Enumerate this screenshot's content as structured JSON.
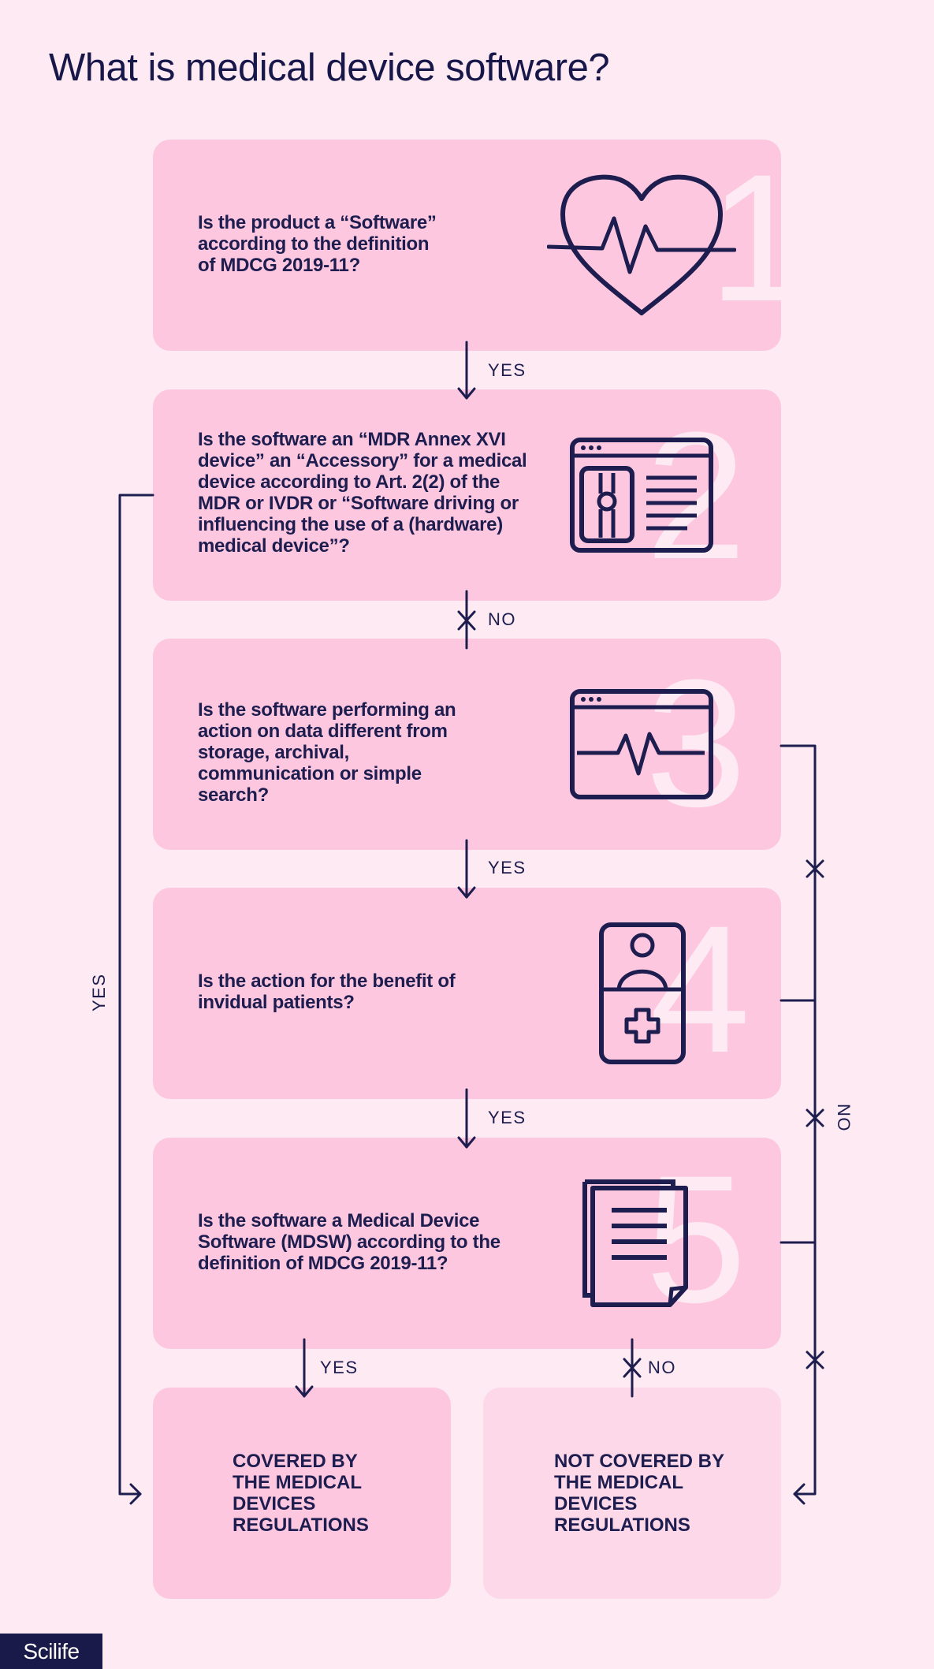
{
  "title": "What is medical device software?",
  "brand": "Scilife",
  "questions": [
    {
      "number": "1",
      "text": "Is the product a “Software” according to the definition of MDCG 2019-11?"
    },
    {
      "number": "2",
      "text": "Is the software an “MDR Annex XVI device” an “Accessory” for a medical device according to Art. 2(2) of the MDR or IVDR or “Software driving or influencing the use of a (hardware) medical device”?"
    },
    {
      "number": "3",
      "text": "Is the software performing an action on data different from storage, archival, communication or simple search?"
    },
    {
      "number": "4",
      "text": "Is the action for the benefit of invidual patients?"
    },
    {
      "number": "5",
      "text": "Is the software a Medical Device Software (MDSW) according to the definition of MDCG 2019-11?"
    }
  ],
  "outcomes": {
    "covered": "COVERED BY THE MEDICAL DEVICES REGULATIONS",
    "not_covered": "NOT COVERED BY THE MEDICAL DEVICES REGULATIONS"
  },
  "labels": {
    "yes": "YES",
    "no": "NO"
  },
  "icons": [
    "heart-pulse-icon",
    "xray-window-icon",
    "monitor-pulse-icon",
    "patient-card-icon",
    "documents-icon"
  ],
  "colors": {
    "background": "#fdeaf2",
    "card": "#fdc8df",
    "ink": "#1a1a4a"
  }
}
